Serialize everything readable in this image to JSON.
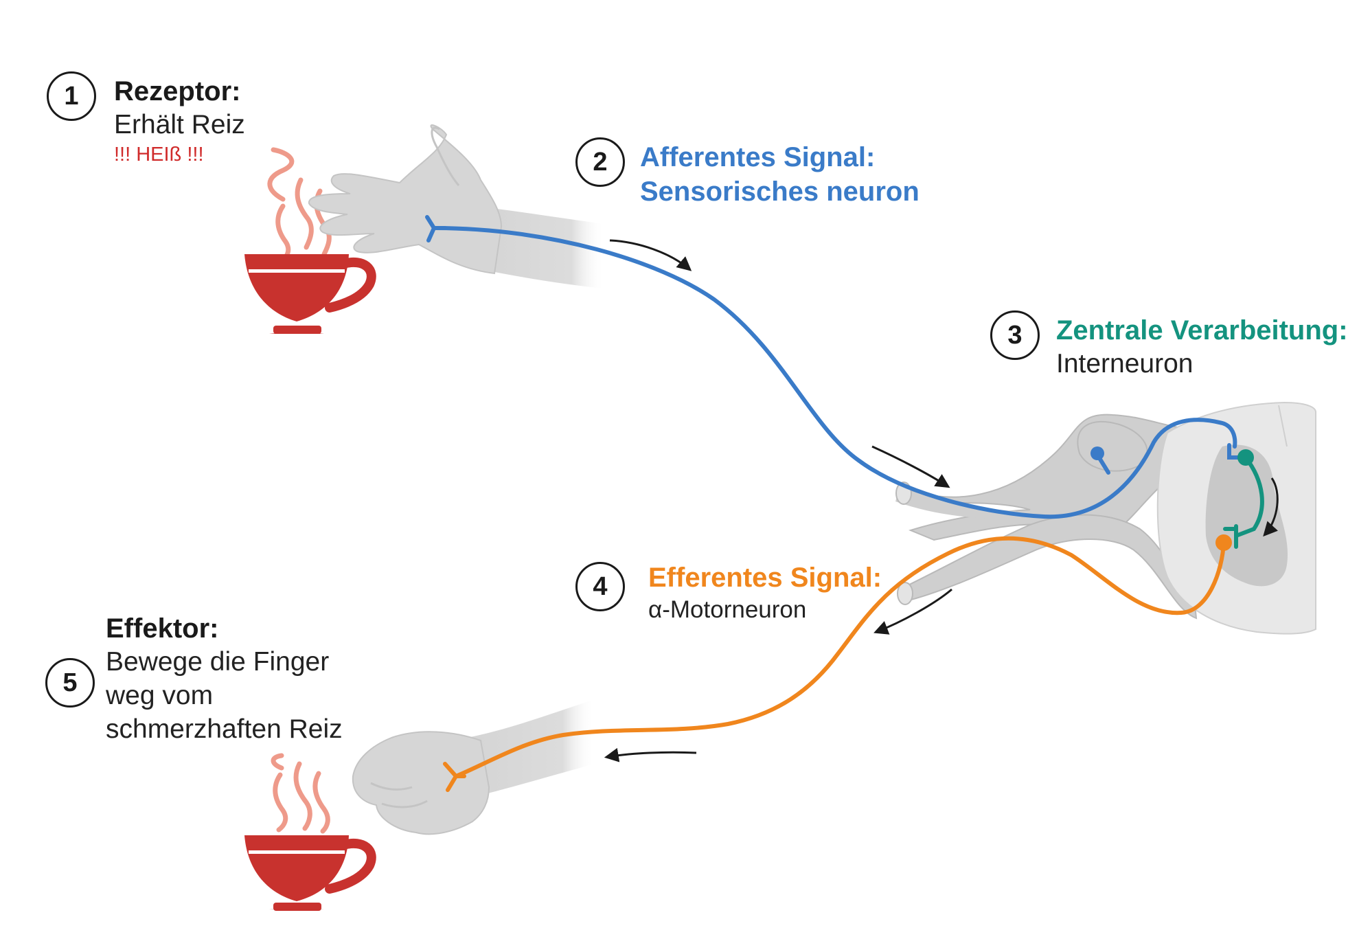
{
  "colors": {
    "afferent": "#3a7bc8",
    "interneuron": "#14937f",
    "efferent": "#f0861d",
    "cup": "#c8322e",
    "steam": "#ee9a8a",
    "tissue": "#d9d9d9",
    "text": "#1a1a1a"
  },
  "steps": [
    {
      "number": "1",
      "title": "Rezeptor:",
      "lines": [
        "Erhält Reiz"
      ],
      "warning": "!!! HEIß !!!"
    },
    {
      "number": "2",
      "title": "Afferentes Signal:",
      "lines": [
        "Sensorisches neuron"
      ]
    },
    {
      "number": "3",
      "title": "Zentrale Verarbeitung:",
      "lines": [
        "Interneuron"
      ]
    },
    {
      "number": "4",
      "title": "Efferentes Signal:",
      "lines": [
        "α-Motorneuron"
      ]
    },
    {
      "number": "5",
      "title": "Effektor:",
      "lines": [
        "Bewege die Finger",
        "weg vom",
        "schmerzhaften Reiz"
      ]
    }
  ],
  "icons": [
    "hot-cup-icon",
    "open-hand-icon",
    "closed-hand-icon",
    "spinal-cord-icon",
    "direction-arrow-icon"
  ]
}
